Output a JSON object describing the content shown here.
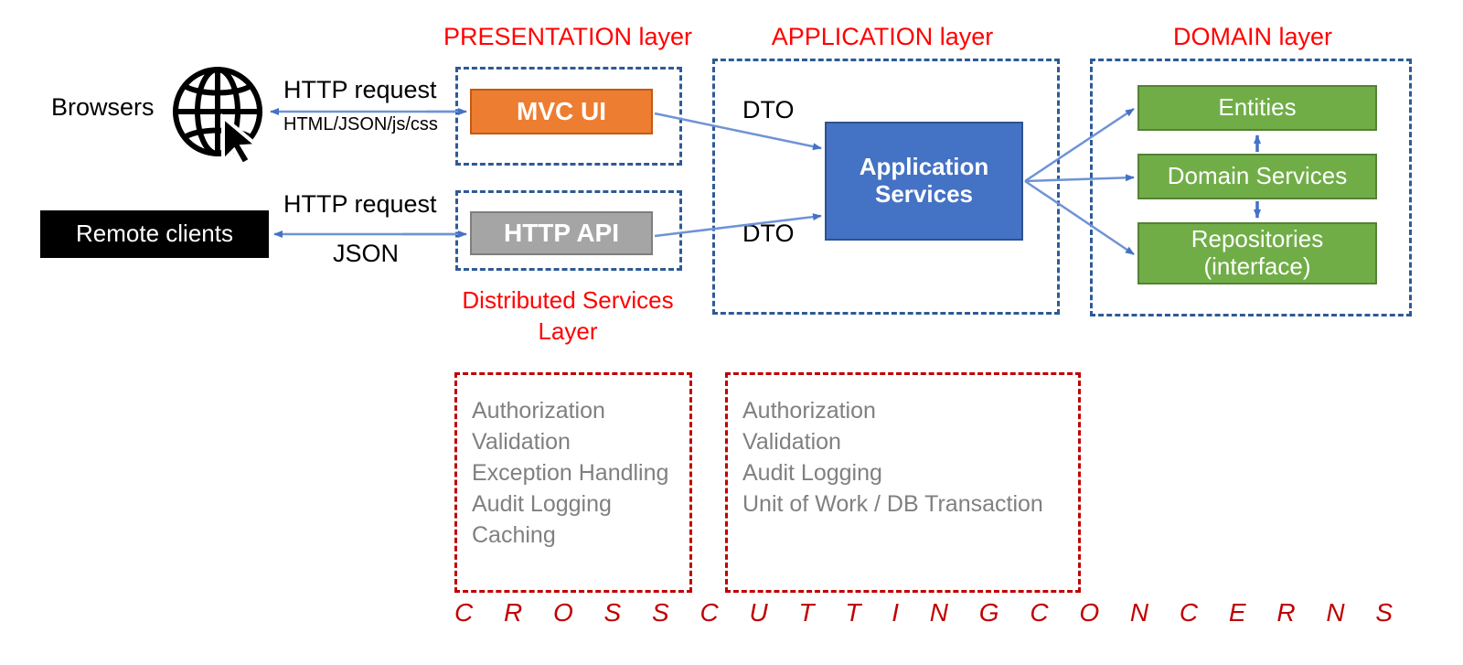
{
  "diagram": {
    "title_bottom": "C R O S S   C U T T I N G   C O N C E R N S"
  },
  "layers": {
    "presentation": {
      "label": "PRESENTATION layer"
    },
    "application": {
      "label": "APPLICATION layer"
    },
    "domain": {
      "label": "DOMAIN layer"
    }
  },
  "clients": {
    "browsers": {
      "label": "Browsers",
      "icon": "globe-cursor-icon"
    },
    "remote": {
      "label": "Remote clients"
    }
  },
  "edges": {
    "browser_request": "HTTP request",
    "browser_response": "HTML/JSON/js/css",
    "remote_request": "HTTP request",
    "remote_response": "JSON",
    "dto_top": "DTO",
    "dto_bottom": "DTO"
  },
  "nodes": {
    "mvc_ui": "MVC UI",
    "http_api": "HTTP API",
    "application_services": "Application\nServices",
    "application_services_line1": "Application",
    "application_services_line2": "Services",
    "entities": "Entities",
    "domain_services": "Domain Services",
    "repositories_line1": "Repositories",
    "repositories_line2": "(interface)"
  },
  "distributed_services": {
    "label_line1": "Distributed Services",
    "label_line2": "Layer",
    "items": [
      "Authorization",
      "Validation",
      "Exception Handling",
      "Audit Logging",
      "Caching"
    ],
    "items_text": "Authorization\nValidation\nException Handling\nAudit Logging\nCaching"
  },
  "application_concerns": {
    "items": [
      "Authorization",
      "Validation",
      "Audit Logging",
      "Unit of Work / DB Transaction"
    ],
    "items_text": "Authorization\nValidation\nAudit Logging\nUnit of Work / DB Transaction"
  },
  "colors": {
    "layer_label": "#FF0000",
    "layer_border": "#2E5A96",
    "ccc_border": "#C00000",
    "mvc": "#ED7D31",
    "api": "#A5A5A5",
    "appsvc": "#4472C4",
    "domain_node": "#70AD47",
    "client_black": "#000000",
    "arrow": "#4472C4",
    "ccc_text": "#808080"
  }
}
